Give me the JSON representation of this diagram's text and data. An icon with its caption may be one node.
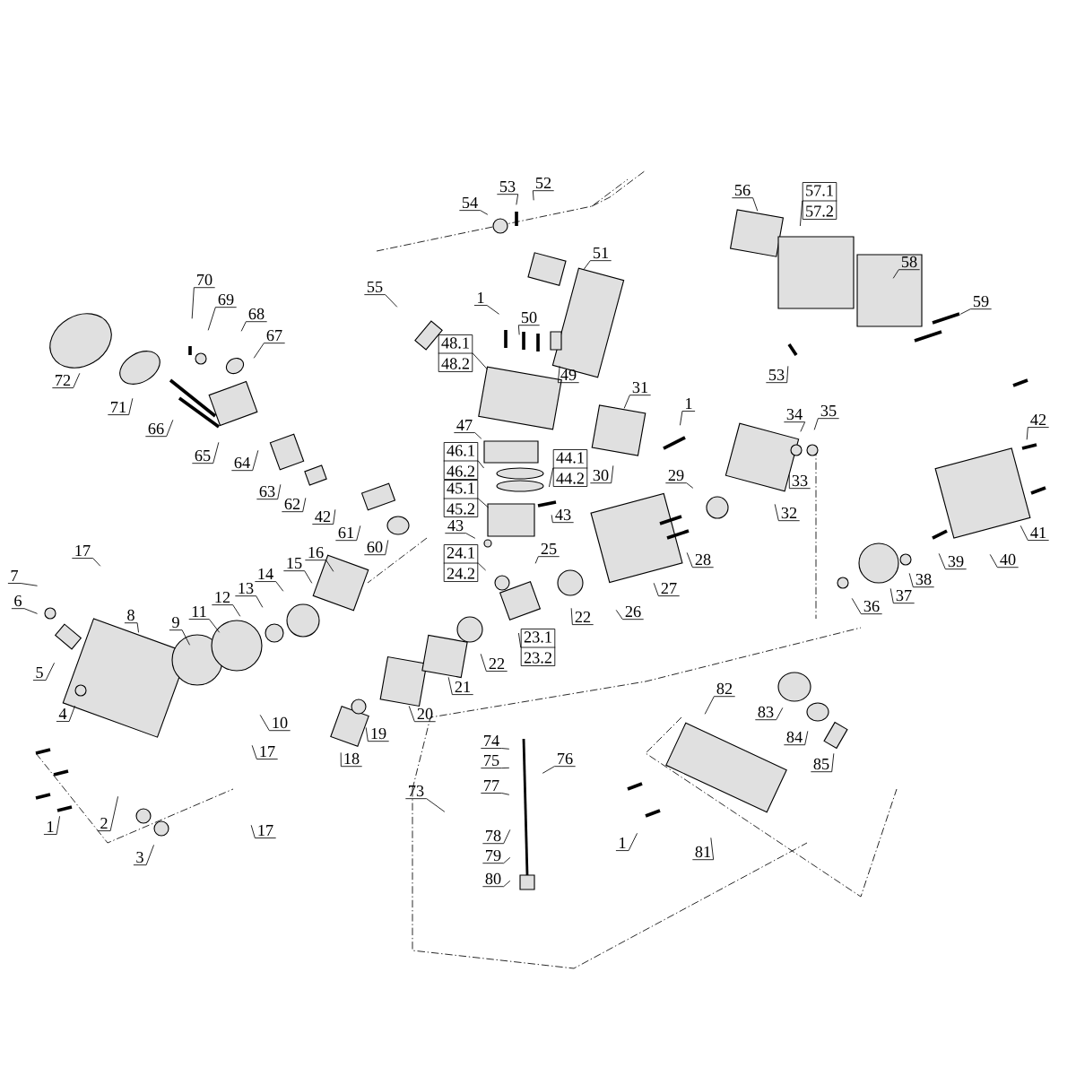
{
  "diagram": {
    "nodes": [
      {
        "text": [
          "54"
        ]
      },
      {
        "text": [
          "53"
        ]
      },
      {
        "text": [
          "52"
        ]
      },
      {
        "text": [
          "51"
        ]
      },
      {
        "text": [
          "56"
        ]
      },
      {
        "text": [
          "57.1",
          "57.2"
        ]
      },
      {
        "text": [
          "58"
        ]
      },
      {
        "text": [
          "59"
        ]
      },
      {
        "text": [
          "70"
        ]
      },
      {
        "text": [
          "69"
        ]
      },
      {
        "text": [
          "68"
        ]
      },
      {
        "text": [
          "67"
        ]
      },
      {
        "text": [
          "55"
        ]
      },
      {
        "text": [
          "1"
        ]
      },
      {
        "text": [
          "50"
        ]
      },
      {
        "text": [
          "48.1",
          "48.2"
        ]
      },
      {
        "text": [
          "49"
        ]
      },
      {
        "text": [
          "53"
        ]
      },
      {
        "text": [
          "72"
        ]
      },
      {
        "text": [
          "71"
        ]
      },
      {
        "text": [
          "66"
        ]
      },
      {
        "text": [
          "65"
        ]
      },
      {
        "text": [
          "64"
        ]
      },
      {
        "text": [
          "63"
        ]
      },
      {
        "text": [
          "62"
        ]
      },
      {
        "text": [
          "42"
        ]
      },
      {
        "text": [
          "61"
        ]
      },
      {
        "text": [
          "60"
        ]
      },
      {
        "text": [
          "31"
        ]
      },
      {
        "text": [
          "1"
        ]
      },
      {
        "text": [
          "34"
        ]
      },
      {
        "text": [
          "35"
        ]
      },
      {
        "text": [
          "42"
        ]
      },
      {
        "text": [
          "47"
        ]
      },
      {
        "text": [
          "46.1",
          "46.2"
        ]
      },
      {
        "text": [
          "45.1",
          "45.2"
        ]
      },
      {
        "text": [
          "44.1",
          "44.2"
        ]
      },
      {
        "text": [
          "30"
        ]
      },
      {
        "text": [
          "29"
        ]
      },
      {
        "text": [
          "33"
        ]
      },
      {
        "text": [
          "32"
        ]
      },
      {
        "text": [
          "43"
        ]
      },
      {
        "text": [
          "43"
        ]
      },
      {
        "text": [
          "41"
        ]
      },
      {
        "text": [
          "17"
        ]
      },
      {
        "text": [
          "24.1",
          "24.2"
        ]
      },
      {
        "text": [
          "25"
        ]
      },
      {
        "text": [
          "28"
        ]
      },
      {
        "text": [
          "40"
        ]
      },
      {
        "text": [
          "39"
        ]
      },
      {
        "text": [
          "16"
        ]
      },
      {
        "text": [
          "15"
        ]
      },
      {
        "text": [
          "14"
        ]
      },
      {
        "text": [
          "13"
        ]
      },
      {
        "text": [
          "12"
        ]
      },
      {
        "text": [
          "11"
        ]
      },
      {
        "text": [
          "9"
        ]
      },
      {
        "text": [
          "8"
        ]
      },
      {
        "text": [
          "7"
        ]
      },
      {
        "text": [
          "6"
        ]
      },
      {
        "text": [
          "5"
        ]
      },
      {
        "text": [
          "4"
        ]
      },
      {
        "text": [
          "27"
        ]
      },
      {
        "text": [
          "38"
        ]
      },
      {
        "text": [
          "37"
        ]
      },
      {
        "text": [
          "36"
        ]
      },
      {
        "text": [
          "26"
        ]
      },
      {
        "text": [
          "22"
        ]
      },
      {
        "text": [
          "23.1",
          "23.2"
        ]
      },
      {
        "text": [
          "22"
        ]
      },
      {
        "text": [
          "21"
        ]
      },
      {
        "text": [
          "20"
        ]
      },
      {
        "text": [
          "19"
        ]
      },
      {
        "text": [
          "10"
        ]
      },
      {
        "text": [
          "18"
        ]
      },
      {
        "text": [
          "17"
        ]
      },
      {
        "text": [
          "1"
        ]
      },
      {
        "text": [
          "2"
        ]
      },
      {
        "text": [
          "3"
        ]
      },
      {
        "text": [
          "17"
        ]
      },
      {
        "text": [
          "82"
        ]
      },
      {
        "text": [
          "83"
        ]
      },
      {
        "text": [
          "84"
        ]
      },
      {
        "text": [
          "85"
        ]
      },
      {
        "text": [
          "74"
        ]
      },
      {
        "text": [
          "75"
        ]
      },
      {
        "text": [
          "76"
        ]
      },
      {
        "text": [
          "77"
        ]
      },
      {
        "text": [
          "73"
        ]
      },
      {
        "text": [
          "78"
        ]
      },
      {
        "text": [
          "79"
        ]
      },
      {
        "text": [
          "80"
        ]
      },
      {
        "text": [
          "1"
        ]
      },
      {
        "text": [
          "81"
        ]
      }
    ],
    "edges": [
      {
        "from": 0,
        "to": null,
        "arrow": "none"
      },
      {
        "from": 1,
        "to": null,
        "arrow": "none"
      },
      {
        "from": 2,
        "to": null,
        "arrow": "none"
      },
      {
        "from": 3,
        "to": null,
        "arrow": "none"
      },
      {
        "from": 4,
        "to": null,
        "arrow": "none"
      },
      {
        "from": 5,
        "to": null,
        "arrow": "none"
      },
      {
        "from": 6,
        "to": null,
        "arrow": "none"
      },
      {
        "from": 7,
        "to": null,
        "arrow": "none"
      },
      {
        "from": 8,
        "to": null,
        "arrow": "none"
      },
      {
        "from": 9,
        "to": null,
        "arrow": "none"
      },
      {
        "from": 10,
        "to": null,
        "arrow": "none"
      },
      {
        "from": 11,
        "to": null,
        "arrow": "none"
      },
      {
        "from": 12,
        "to": null,
        "arrow": "none"
      },
      {
        "from": 13,
        "to": null,
        "arrow": "none"
      },
      {
        "from": 14,
        "to": null,
        "arrow": "none"
      },
      {
        "from": 15,
        "to": null,
        "arrow": "none"
      },
      {
        "from": 16,
        "to": null,
        "arrow": "none"
      },
      {
        "from": 17,
        "to": null,
        "arrow": "none"
      },
      {
        "from": 18,
        "to": null,
        "arrow": "none"
      },
      {
        "from": 19,
        "to": null,
        "arrow": "none"
      },
      {
        "from": 20,
        "to": null,
        "arrow": "none"
      },
      {
        "from": 21,
        "to": null,
        "arrow": "none"
      },
      {
        "from": 22,
        "to": null,
        "arrow": "none"
      },
      {
        "from": 23,
        "to": null,
        "arrow": "none"
      },
      {
        "from": 24,
        "to": null,
        "arrow": "none"
      },
      {
        "from": 25,
        "to": null,
        "arrow": "none"
      },
      {
        "from": 26,
        "to": null,
        "arrow": "none"
      },
      {
        "from": 27,
        "to": null,
        "arrow": "none"
      },
      {
        "from": 28,
        "to": null,
        "arrow": "none"
      },
      {
        "from": 29,
        "to": null,
        "arrow": "none"
      },
      {
        "from": 30,
        "to": null,
        "arrow": "none"
      },
      {
        "from": 31,
        "to": null,
        "arrow": "none"
      },
      {
        "from": 32,
        "to": null,
        "arrow": "none"
      },
      {
        "from": 33,
        "to": null,
        "arrow": "none"
      },
      {
        "from": 34,
        "to": null,
        "arrow": "none"
      },
      {
        "from": 35,
        "to": null,
        "arrow": "none"
      },
      {
        "from": 36,
        "to": null,
        "arrow": "none"
      },
      {
        "from": 37,
        "to": null,
        "arrow": "none"
      },
      {
        "from": 38,
        "to": null,
        "arrow": "none"
      },
      {
        "from": 39,
        "to": null,
        "arrow": "none"
      },
      {
        "from": 40,
        "to": null,
        "arrow": "none"
      },
      {
        "from": 41,
        "to": null,
        "arrow": "none"
      },
      {
        "from": 42,
        "to": null,
        "arrow": "none"
      },
      {
        "from": 43,
        "to": null,
        "arrow": "none"
      },
      {
        "from": 44,
        "to": null,
        "arrow": "none"
      },
      {
        "from": 45,
        "to": null,
        "arrow": "none"
      },
      {
        "from": 46,
        "to": null,
        "arrow": "none"
      },
      {
        "from": 47,
        "to": null,
        "arrow": "none"
      },
      {
        "from": 48,
        "to": null,
        "arrow": "none"
      },
      {
        "from": 49,
        "to": null,
        "arrow": "none"
      },
      {
        "from": 50,
        "to": null,
        "arrow": "none"
      },
      {
        "from": 51,
        "to": null,
        "arrow": "none"
      },
      {
        "from": 52,
        "to": null,
        "arrow": "none"
      },
      {
        "from": 53,
        "to": null,
        "arrow": "none"
      },
      {
        "from": 54,
        "to": null,
        "arrow": "none"
      },
      {
        "from": 55,
        "to": null,
        "arrow": "none"
      },
      {
        "from": 56,
        "to": null,
        "arrow": "none"
      },
      {
        "from": 57,
        "to": null,
        "arrow": "none"
      },
      {
        "from": 58,
        "to": null,
        "arrow": "none"
      },
      {
        "from": 59,
        "to": null,
        "arrow": "none"
      },
      {
        "from": 60,
        "to": null,
        "arrow": "none"
      },
      {
        "from": 61,
        "to": null,
        "arrow": "none"
      },
      {
        "from": 62,
        "to": null,
        "arrow": "none"
      },
      {
        "from": 63,
        "to": null,
        "arrow": "none"
      },
      {
        "from": 64,
        "to": null,
        "arrow": "none"
      },
      {
        "from": 65,
        "to": null,
        "arrow": "none"
      },
      {
        "from": 66,
        "to": null,
        "arrow": "none"
      },
      {
        "from": 67,
        "to": null,
        "arrow": "none"
      },
      {
        "from": 68,
        "to": null,
        "arrow": "none"
      },
      {
        "from": 69,
        "to": null,
        "arrow": "none"
      },
      {
        "from": 70,
        "to": null,
        "arrow": "none"
      },
      {
        "from": 71,
        "to": null,
        "arrow": "none"
      },
      {
        "from": 72,
        "to": null,
        "arrow": "none"
      },
      {
        "from": 73,
        "to": null,
        "arrow": "none"
      },
      {
        "from": 74,
        "to": null,
        "arrow": "none"
      },
      {
        "from": 75,
        "to": null,
        "arrow": "none"
      },
      {
        "from": 76,
        "to": null,
        "arrow": "none"
      },
      {
        "from": 77,
        "to": null,
        "arrow": "none"
      },
      {
        "from": 78,
        "to": null,
        "arrow": "none"
      },
      {
        "from": 79,
        "to": null,
        "arrow": "none"
      },
      {
        "from": 80,
        "to": null,
        "arrow": "none"
      },
      {
        "from": 81,
        "to": null,
        "arrow": "none"
      },
      {
        "from": 82,
        "to": null,
        "arrow": "none"
      },
      {
        "from": 83,
        "to": null,
        "arrow": "none"
      },
      {
        "from": 84,
        "to": null,
        "arrow": "none"
      },
      {
        "from": 85,
        "to": null,
        "arrow": "none"
      },
      {
        "from": 86,
        "to": null,
        "arrow": "none"
      },
      {
        "from": 87,
        "to": null,
        "arrow": "none"
      },
      {
        "from": 88,
        "to": null,
        "arrow": "none"
      },
      {
        "from": 89,
        "to": null,
        "arrow": "none"
      },
      {
        "from": 90,
        "to": null,
        "arrow": "none"
      },
      {
        "from": 91,
        "to": null,
        "arrow": "none"
      },
      {
        "from": 92,
        "to": null,
        "arrow": "none"
      },
      {
        "from": 93,
        "to": null,
        "arrow": "none"
      }
    ]
  }
}
